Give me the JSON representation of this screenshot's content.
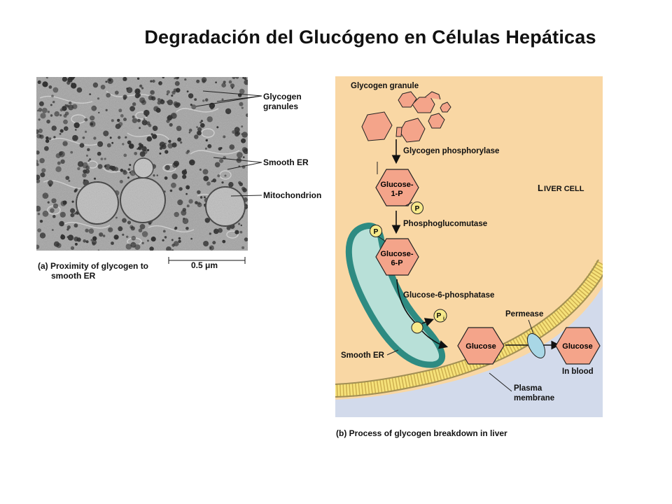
{
  "title": "Degradación del Glucógeno en Células Hepáticas",
  "panel_a": {
    "labels": {
      "glycogen_granules_line1": "Glycogen",
      "glycogen_granules_line2": "granules",
      "smooth_er": "Smooth ER",
      "mitochondrion": "Mitochondrion"
    },
    "scale_bar": "0.5 μm",
    "caption_line1": "(a) Proximity of glycogen to",
    "caption_line2": "smooth ER"
  },
  "panel_b": {
    "glycogen_granule": "Glycogen granule",
    "glycogen_phosphorylase": "Glycogen phosphorylase",
    "glucose_1p_line1": "Glucose-",
    "glucose_1p_line2": "1-P",
    "phosphate": "P",
    "phosphoglucomutase": "Phosphoglucomutase",
    "glucose_6p_line1": "Glucose-",
    "glucose_6p_line2": "6-P",
    "glucose_6_phosphatase": "Glucose-6-phosphatase",
    "inorganic_phosphate": "P",
    "inorganic_phosphate_sub": "i",
    "liver_cell_L": "L",
    "liver_cell_rest": "IVER CELL",
    "permease": "Permease",
    "glucose": "Glucose",
    "glucose_blood": "Glucose",
    "in_blood": "In blood",
    "smooth_er": "Smooth ER",
    "plasma_membrane_line1": "Plasma",
    "plasma_membrane_line2": "membrane",
    "caption": "(b) Process of glycogen breakdown in liver"
  },
  "colors": {
    "cytoplasm": "#f9d7a4",
    "blood": "#d2daeb",
    "hexagon": "#f4a48a",
    "smooth_er": "#2e8b82",
    "smooth_er_lumen": "#b8e0d8",
    "phosphate": "#f7e98a",
    "permease": "#a9d7e6"
  }
}
